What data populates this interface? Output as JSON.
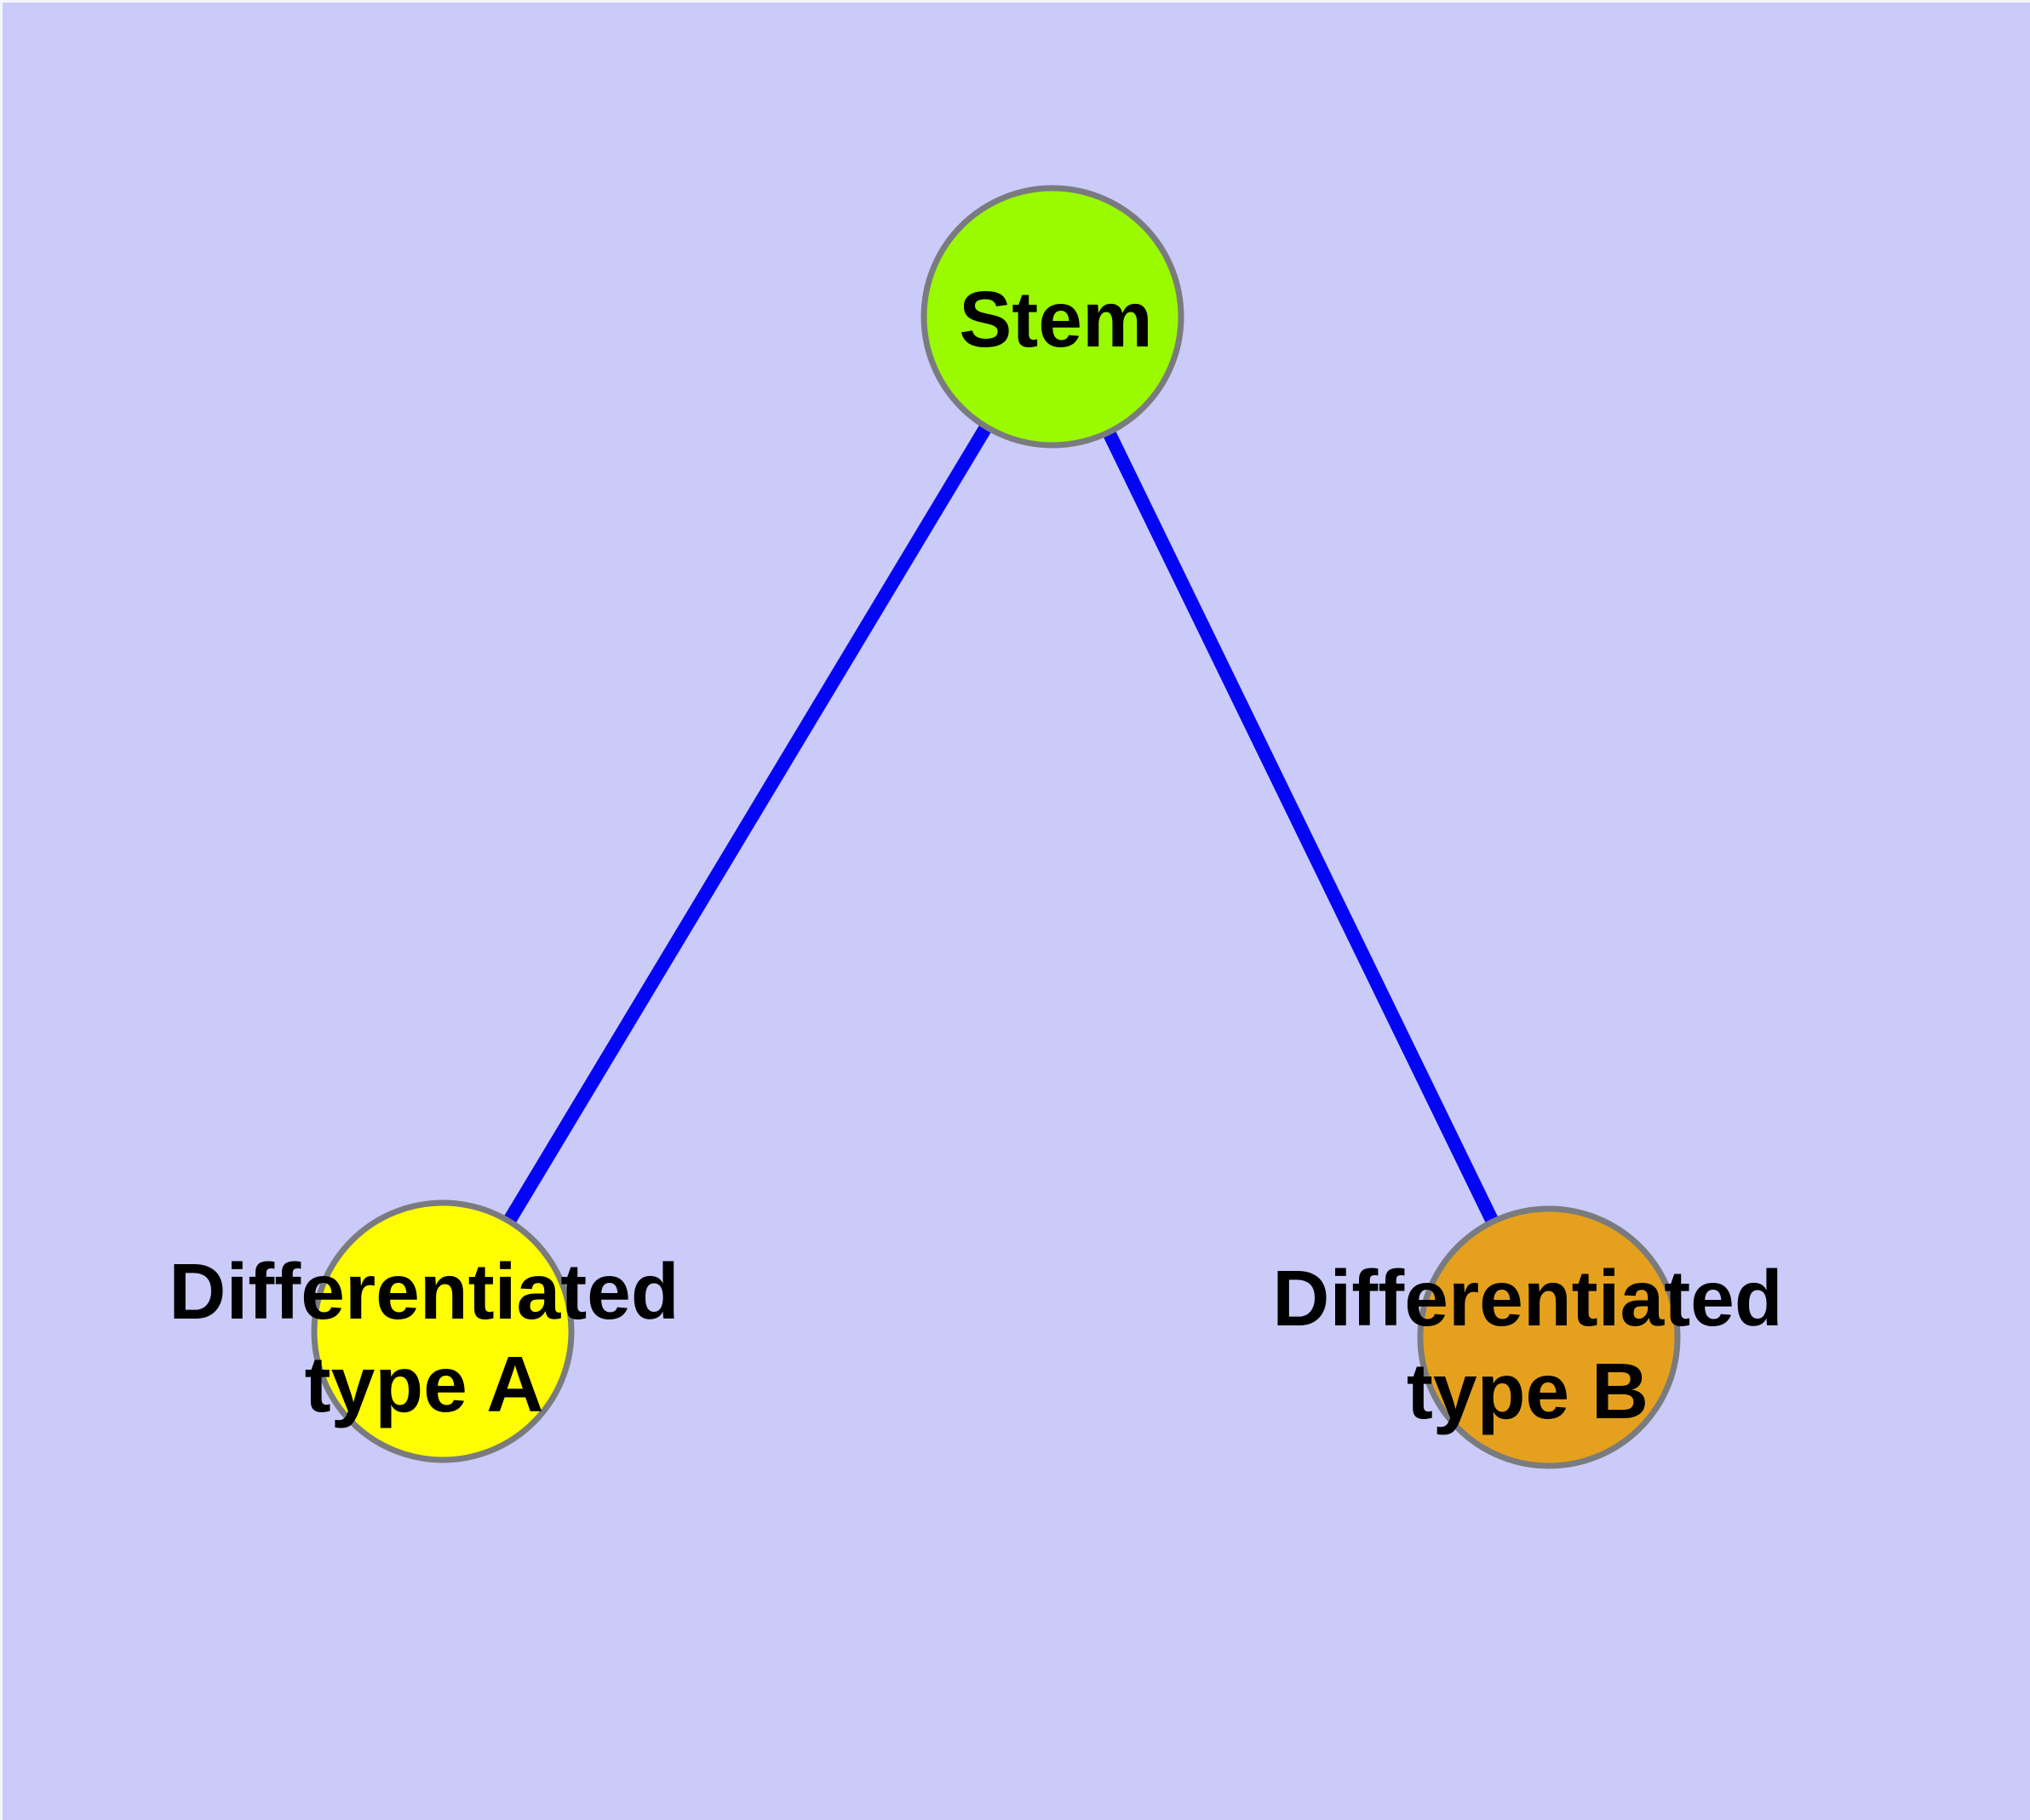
{
  "diagram": {
    "title": "",
    "background_color": "#cbcbfa",
    "page_margin_color": "#f4f4fb",
    "edge_color": "#0505f5",
    "node_border_color": "#7a7b7e",
    "label_color": "#000000",
    "nodes": [
      {
        "id": "stem",
        "label": "Stem",
        "label_line1": "Stem",
        "label_line2": "",
        "fill": "#9afa00"
      },
      {
        "id": "diff_a",
        "label": "Differentiated type A",
        "label_line1": "Differentiated",
        "label_line2": "type A",
        "fill": "#fefe00"
      },
      {
        "id": "diff_b",
        "label": "Differentiated type B",
        "label_line1": "Differentiated",
        "label_line2": "type B",
        "fill": "#e5a11d"
      }
    ],
    "edges": [
      {
        "from": "stem",
        "to": "diff_a"
      },
      {
        "from": "stem",
        "to": "diff_b"
      }
    ]
  }
}
